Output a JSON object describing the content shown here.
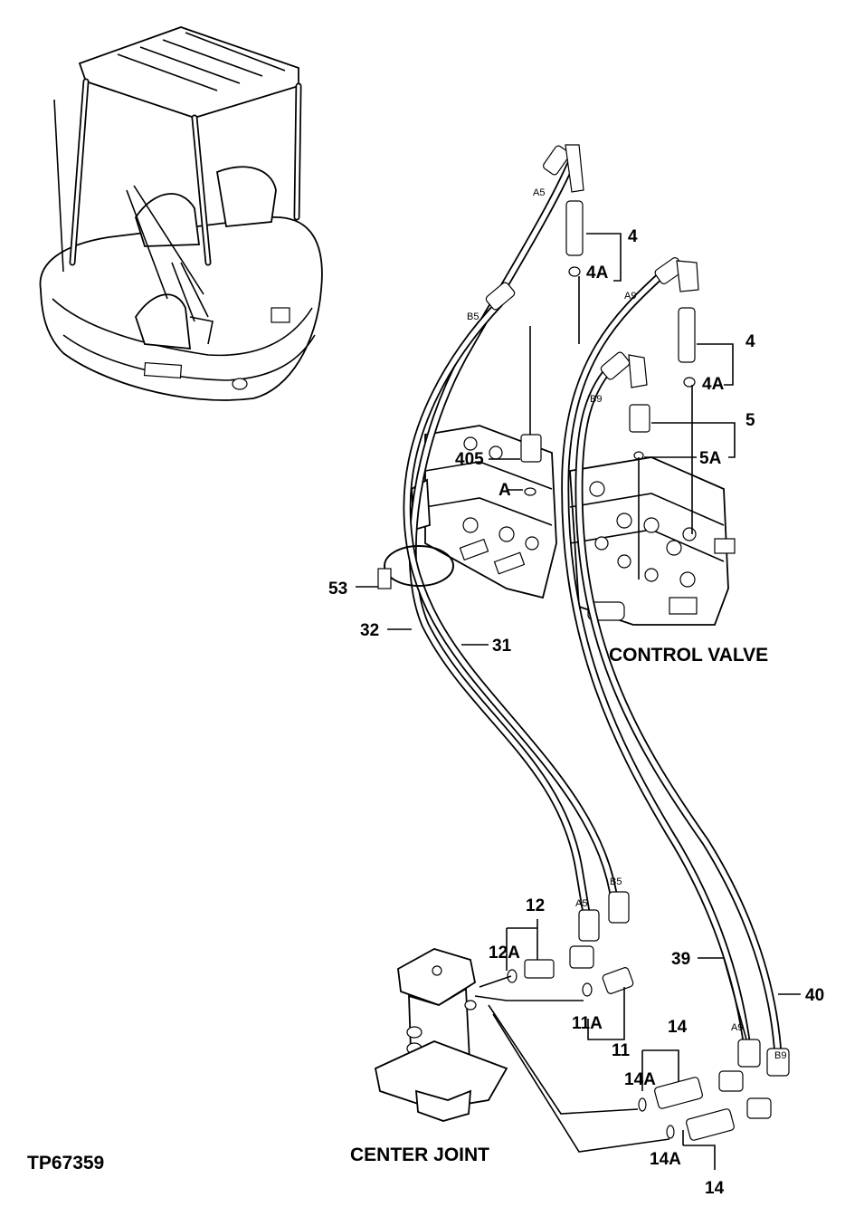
{
  "figure_id": "TP67359",
  "assemblies": {
    "control_valve": "CONTROL VALVE",
    "center_joint": "CENTER JOINT"
  },
  "port_tags": [
    "A5",
    "B5",
    "A9",
    "B9",
    "A5",
    "B5",
    "A9",
    "B9"
  ],
  "callouts": [
    "4",
    "4A",
    "4",
    "4A",
    "5",
    "5A",
    "405",
    "A",
    "53",
    "32",
    "31",
    "12",
    "12A",
    "11A",
    "11",
    "39",
    "40",
    "14",
    "14A",
    "14A",
    "14"
  ]
}
